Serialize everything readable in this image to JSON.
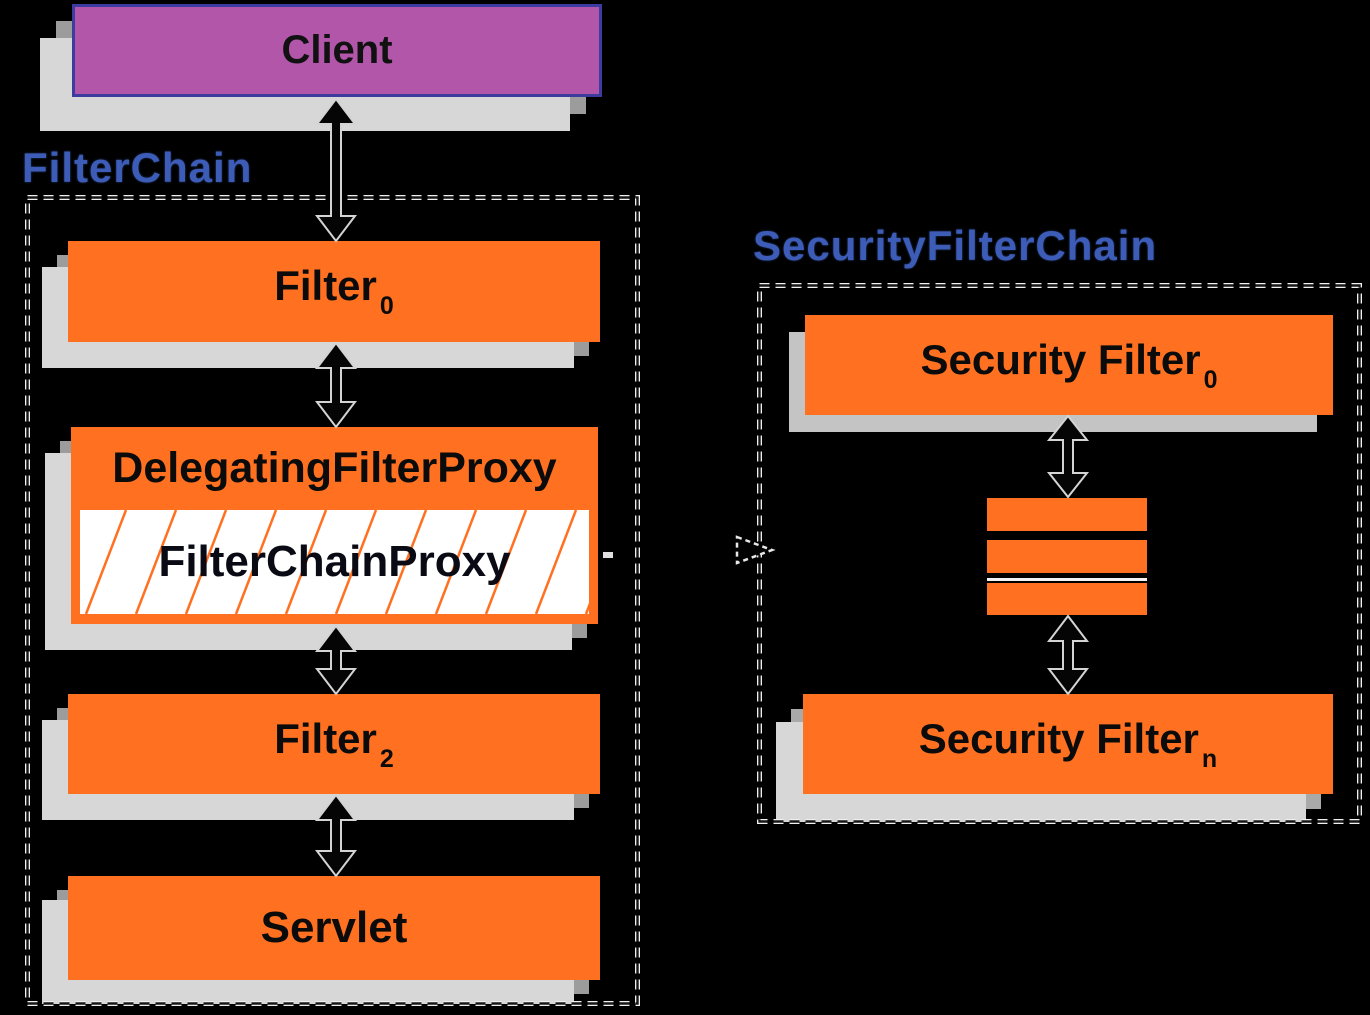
{
  "diagram": {
    "left": {
      "chain_label": "FilterChain",
      "client_label": "Client",
      "filter0": {
        "text": "Filter",
        "sub": "0"
      },
      "delegating_filter_proxy_label": "DelegatingFilterProxy",
      "filter_chain_proxy_label": "FilterChainProxy",
      "filter2": {
        "text": "Filter",
        "sub": "2"
      },
      "servlet_label": "Servlet"
    },
    "right": {
      "chain_label": "SecurityFilterChain",
      "security_filter_0": {
        "text": "Security Filter",
        "sub": "0"
      },
      "security_filter_n": {
        "text": "Security Filter",
        "sub": "n"
      }
    },
    "colors": {
      "background": "#000000",
      "box_orange": "#FF7120",
      "client_purple": "#B156A9",
      "client_border_blue": "#3C3CA0",
      "chain_label_blue": "#3D5CB8",
      "shadow_gray": "#9C9C9C",
      "shadow_light_gray": "#D7D7D7",
      "dash_white": "#F0F0F0",
      "arrow_black": "#050505",
      "hatch_line_orange": "#FF7120"
    }
  }
}
